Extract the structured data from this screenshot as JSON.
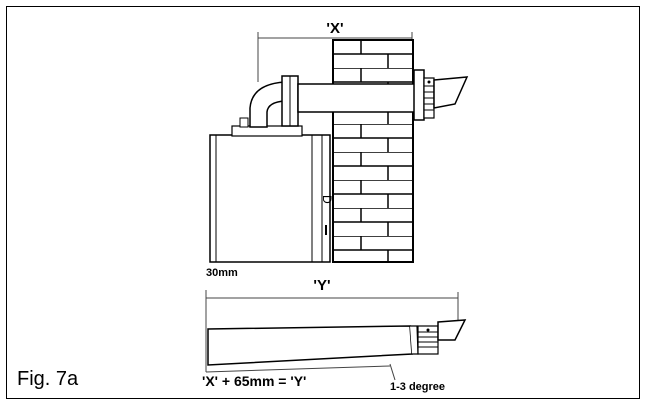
{
  "figure": {
    "caption": "Fig. 7a",
    "dimension_x_label": "'X'",
    "dimension_y_label": "'Y'",
    "offset_label": "30mm",
    "formula": "'X' + 65mm = 'Y'",
    "angle_label": "1-3 degree",
    "boiler_mark": "D"
  }
}
